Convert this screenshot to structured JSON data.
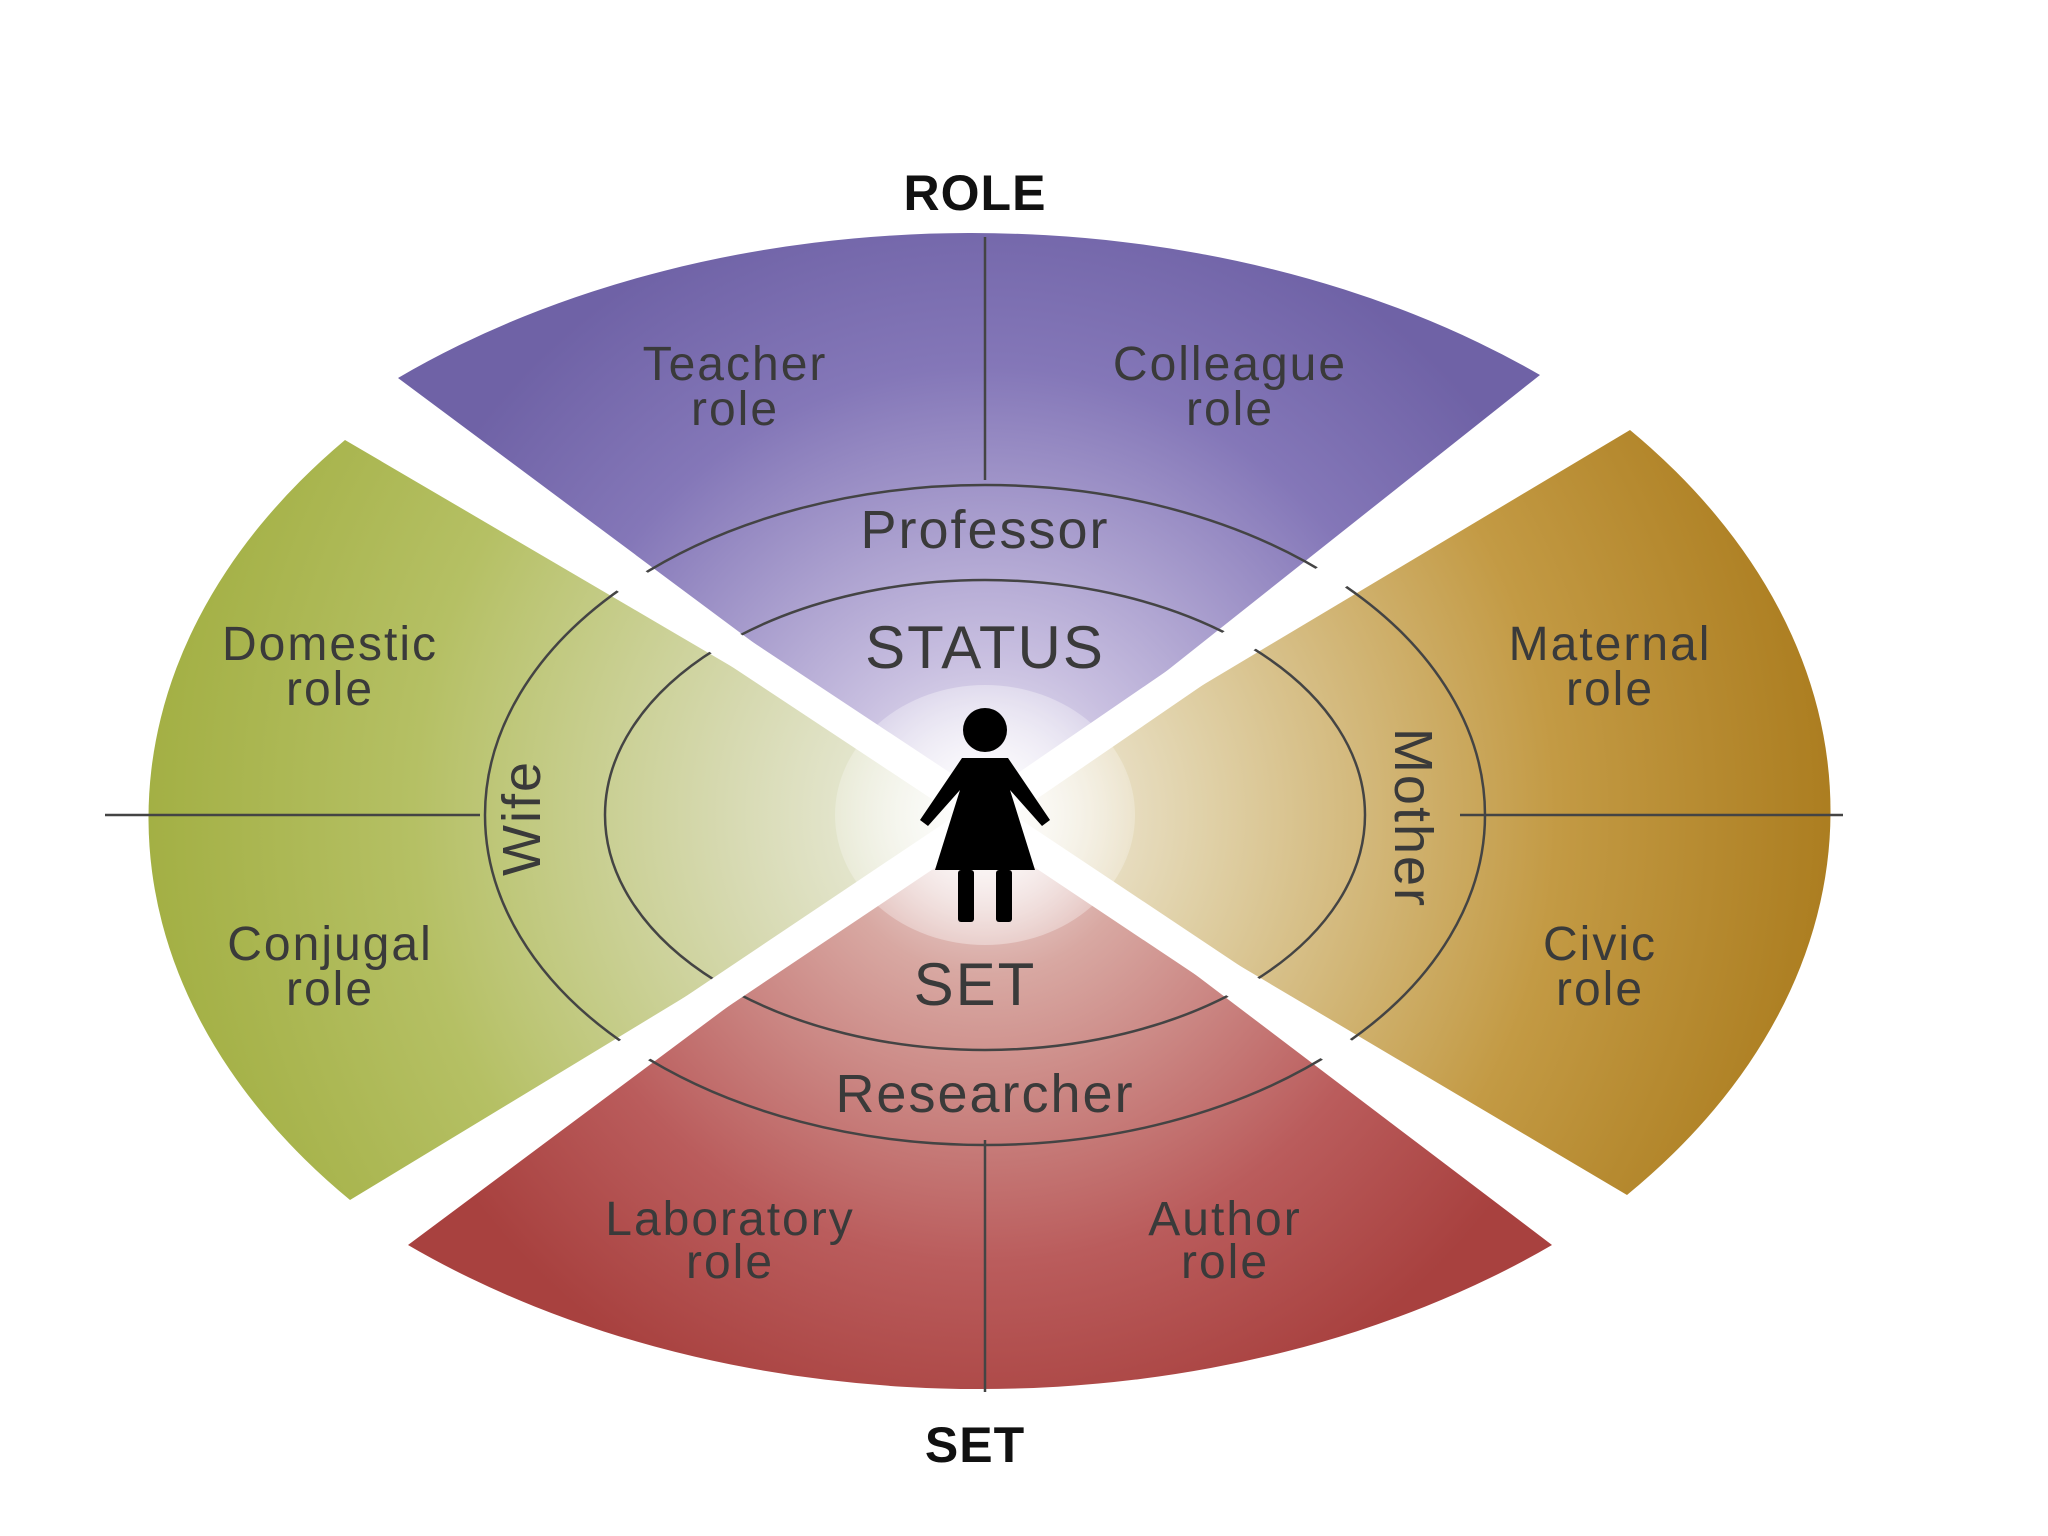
{
  "top_heading": "ROLE",
  "bottom_heading": "SET",
  "core_top": "STATUS",
  "core_bottom": "SET",
  "colors": {
    "top": "#8477b8",
    "right": "#c39a44",
    "bottom": "#ba5c5c",
    "left": "#b5c064",
    "center": "#f2f2f2",
    "lines": "#444444",
    "figure": "#000000"
  },
  "sectors": {
    "top": {
      "status": "Professor",
      "roles": [
        [
          "Teacher",
          "role"
        ],
        [
          "Colleague",
          "role"
        ]
      ]
    },
    "right": {
      "status": "Mother",
      "roles": [
        [
          "Maternal",
          "role"
        ],
        [
          "Civic",
          "role"
        ]
      ]
    },
    "bottom": {
      "status": "Researcher",
      "roles": [
        [
          "Laboratory",
          "role"
        ],
        [
          "Author",
          "role"
        ]
      ]
    },
    "left": {
      "status": "Wife",
      "roles": [
        [
          "Domestic",
          "role"
        ],
        [
          "Conjugal",
          "role"
        ]
      ]
    }
  },
  "icons": {
    "center": "person-female-icon"
  }
}
